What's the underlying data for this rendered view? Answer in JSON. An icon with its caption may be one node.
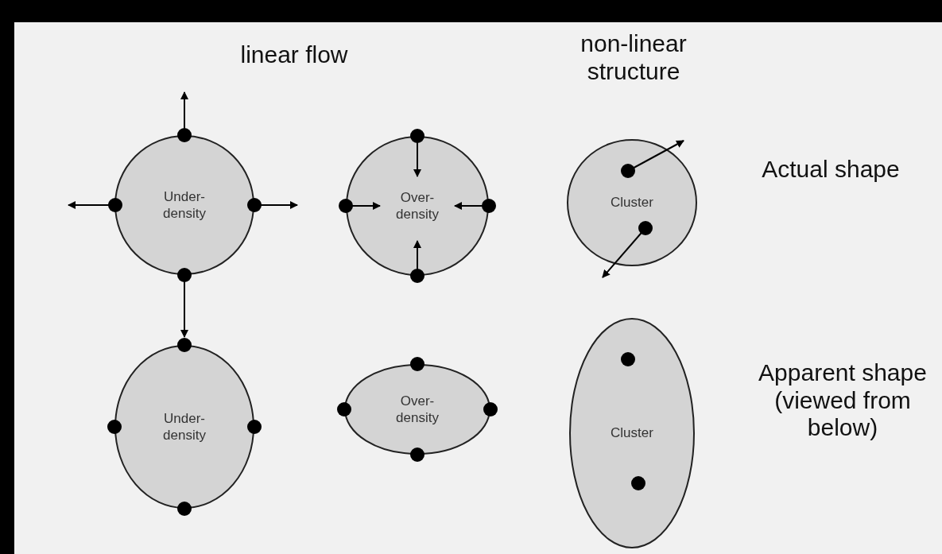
{
  "diagram": {
    "nodes": [
      {
        "text": [
          "Under-density"
        ]
      },
      {
        "text": [
          "Over-density"
        ]
      },
      {
        "text": [
          "Cluster"
        ]
      },
      {
        "text": [
          "Under-density"
        ]
      },
      {
        "text": [
          "Over-density"
        ]
      },
      {
        "text": [
          "Cluster"
        ]
      }
    ],
    "edges": [
      {
        "from": 0,
        "to": 3,
        "arrow": "to"
      }
    ],
    "labels": [
      "linear flow",
      "non-linear structure",
      "Actual shape",
      "Apparent shape (viewed from below)"
    ]
  }
}
